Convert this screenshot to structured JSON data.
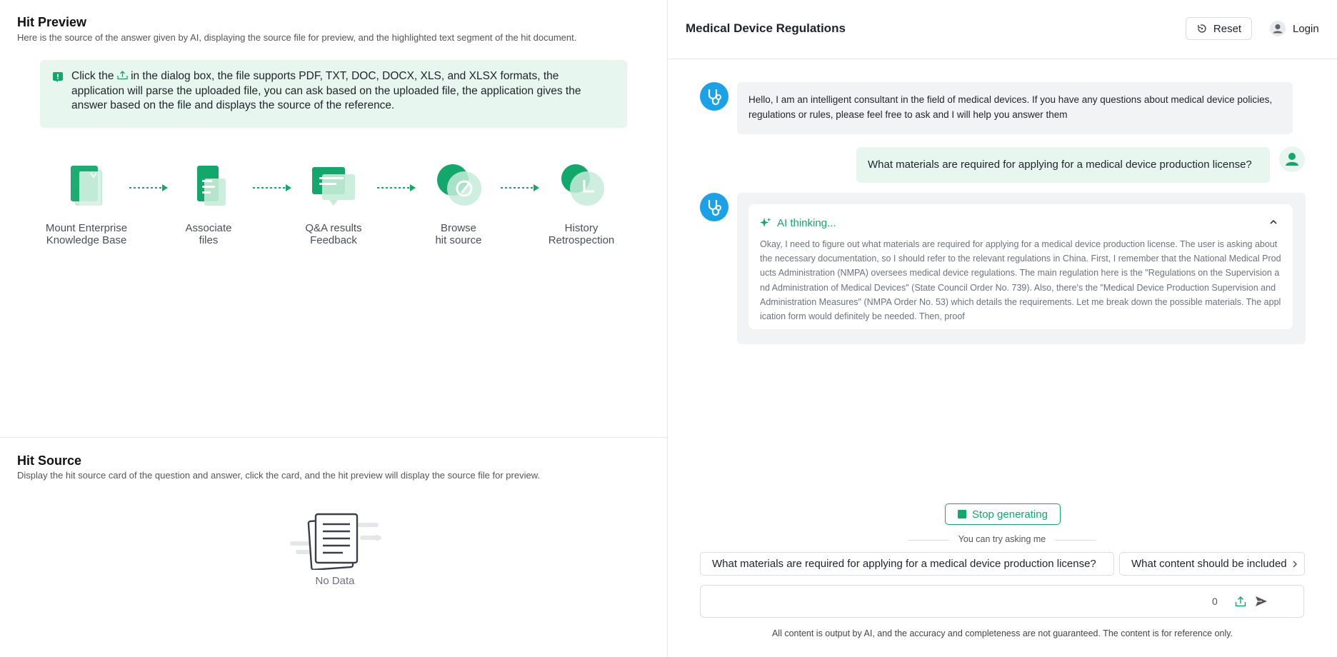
{
  "hit_preview": {
    "title": "Hit Preview",
    "description": "Here is the source of the answer given by AI, displaying the source file for preview, and the highlighted text segment of the hit document.",
    "tip_prefix": "Click the",
    "tip_suffix": "in the dialog box, the file supports PDF, TXT, DOC, DOCX, XLS, and XLSX formats, the application will parse the uploaded file, you can ask based on the uploaded file, the application gives the answer based on the file and displays the source of the reference.",
    "flow": [
      {
        "line1": "Mount Enterprise",
        "line2": "Knowledge Base"
      },
      {
        "line1": "Associate",
        "line2": "files"
      },
      {
        "line1": "Q&A results",
        "line2": "Feedback"
      },
      {
        "line1": "Browse",
        "line2": "hit source"
      },
      {
        "line1": "History",
        "line2": "Retrospection"
      }
    ]
  },
  "hit_source": {
    "title": "Hit Source",
    "description": "Display the hit source card of the question and answer, click the card, and the hit preview will display the source file for preview.",
    "empty_text": "No Data"
  },
  "chat": {
    "title": "Medical Device Regulations",
    "reset_label": "Reset",
    "login_label": "Login",
    "greeting": "Hello, I am an intelligent consultant in the field of medical devices. If you have any questions about medical device policies, regulations or rules, please feel free to ask and I will help you answer them",
    "user_question": "What materials are required for applying for a medical device production license?",
    "thinking_label": "AI thinking...",
    "thinking_text": "Okay, I need to figure out what materials are required for applying for a medical device production license. The user is asking about the necessary documentation, so I should refer to the relevant regulations in China. First, I remember that the National Medical Products Administration (NMPA) oversees medical device regulations. The main regulation here is the \"Regulations on the Supervision and Administration of Medical Devices\" (State Council Order No. 739). Also, there's the \"Medical Device Production Supervision and Administration Measures\" (NMPA Order No. 53) which details the requirements. Let me break down the possible materials. The application form would definitely be needed. Then, proof",
    "stop_label": "Stop generating",
    "try_label": "You can try asking me",
    "suggestions": [
      "What materials are required for applying for a medical device production license?",
      "What content should be included"
    ],
    "input_placeholder": "",
    "char_count": "0",
    "disclaimer": "All content is output by AI, and the accuracy and completeness are not guaranteed. The content is for reference only."
  },
  "colors": {
    "accent": "#13a86b",
    "accent_light": "#e8f6f0",
    "bot_avatar": "#1aa1e8",
    "bubble_bg": "#f2f3f5"
  }
}
